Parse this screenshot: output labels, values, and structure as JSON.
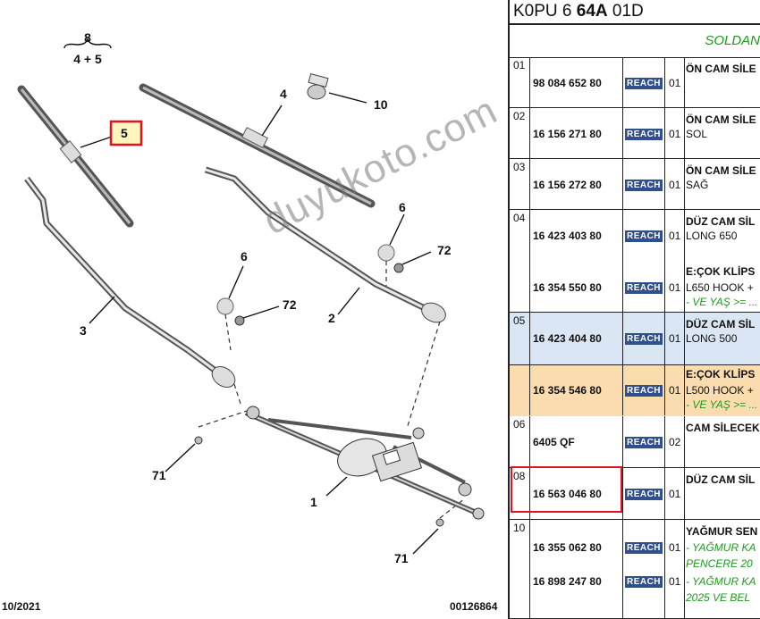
{
  "diagram": {
    "group_label_top": "8",
    "group_label_bottom": "4 + 5",
    "callouts": [
      {
        "id": "c10",
        "text": "10"
      },
      {
        "id": "c4",
        "text": "4"
      },
      {
        "id": "c5",
        "text": "5"
      },
      {
        "id": "c6a",
        "text": "6"
      },
      {
        "id": "c72a",
        "text": "72"
      },
      {
        "id": "c6b",
        "text": "6"
      },
      {
        "id": "c72b",
        "text": "72"
      },
      {
        "id": "c3",
        "text": "3"
      },
      {
        "id": "c2",
        "text": "2"
      },
      {
        "id": "c71a",
        "text": "71"
      },
      {
        "id": "c1",
        "text": "1"
      },
      {
        "id": "c71b",
        "text": "71"
      }
    ],
    "date": "10/2021",
    "reference": "00126864",
    "watermark": "duyukoto.com",
    "highlight_color": "#e0141e"
  },
  "panel": {
    "title_prefix": "K0PU 6 ",
    "title_bold": "64A",
    "title_suffix": " 01D",
    "section_title": "SOLDAN",
    "reach_label": "REACH",
    "rows": [
      {
        "num": "01",
        "lines": [
          {
            "part": "",
            "qty": "",
            "desc": "ÖN CAM SİLE",
            "style": "bold"
          },
          {
            "part": "98 084 652 80",
            "qty": "01",
            "desc": "",
            "style": ""
          }
        ]
      },
      {
        "num": "02",
        "lines": [
          {
            "part": "",
            "qty": "",
            "desc": "ÖN CAM SİLE",
            "style": "bold"
          },
          {
            "part": "16 156 271 80",
            "qty": "01",
            "desc": "SOL",
            "style": ""
          }
        ]
      },
      {
        "num": "03",
        "lines": [
          {
            "part": "",
            "qty": "",
            "desc": "ÖN CAM SİLE",
            "style": "bold"
          },
          {
            "part": "16 156 272 80",
            "qty": "01",
            "desc": "SAĞ",
            "style": ""
          }
        ]
      },
      {
        "num": "04",
        "lines": [
          {
            "part": "",
            "qty": "",
            "desc": "DÜZ CAM SİL",
            "style": "bold"
          },
          {
            "part": "16 423 403 80",
            "qty": "01",
            "desc": "LONG 650",
            "style": ""
          },
          {
            "part": "",
            "qty": "",
            "desc": "E:ÇOK KLİPS",
            "style": "bold"
          },
          {
            "part": "16 354 550 80",
            "qty": "01",
            "desc": "L650 HOOK +",
            "style": ""
          },
          {
            "part": "",
            "qty": "",
            "desc": "- VE YAŞ >= ...",
            "style": "green"
          }
        ]
      },
      {
        "num": "05",
        "lines": [
          {
            "part": "",
            "qty": "",
            "desc": "DÜZ CAM SİL",
            "style": "bold"
          },
          {
            "part": "16 423 404 80",
            "qty": "01",
            "desc": "LONG 500",
            "style": ""
          },
          {
            "part": "",
            "qty": "",
            "desc": "E:ÇOK KLİPS",
            "style": "bold"
          },
          {
            "part": "16 354 546 80",
            "qty": "01",
            "desc": "L500 HOOK +",
            "style": ""
          },
          {
            "part": "",
            "qty": "",
            "desc": "- VE YAŞ >= ...",
            "style": "green"
          }
        ]
      },
      {
        "num": "06",
        "lines": [
          {
            "part": "",
            "qty": "",
            "desc": "CAM SİLECEK",
            "style": "bold"
          },
          {
            "part": "6405 QF",
            "qty": "02",
            "desc": "",
            "style": ""
          }
        ]
      },
      {
        "num": "08",
        "lines": [
          {
            "part": "",
            "qty": "",
            "desc": "DÜZ CAM SİL",
            "style": "bold"
          },
          {
            "part": "16 563 046 80",
            "qty": "01",
            "desc": "",
            "style": ""
          }
        ]
      },
      {
        "num": "10",
        "lines": [
          {
            "part": "",
            "qty": "",
            "desc": "YAĞMUR SEN",
            "style": "bold"
          },
          {
            "part": "16 355 062 80",
            "qty": "01",
            "desc": "- YAĞMUR KA",
            "style": "green"
          },
          {
            "part": "",
            "qty": "",
            "desc": "PENCERE 20",
            "style": "green"
          },
          {
            "part": "16 898 247 80",
            "qty": "01",
            "desc": "- YAĞMUR KA",
            "style": "green"
          },
          {
            "part": "",
            "qty": "",
            "desc": "2025 VE BEL",
            "style": "green"
          }
        ]
      }
    ]
  }
}
